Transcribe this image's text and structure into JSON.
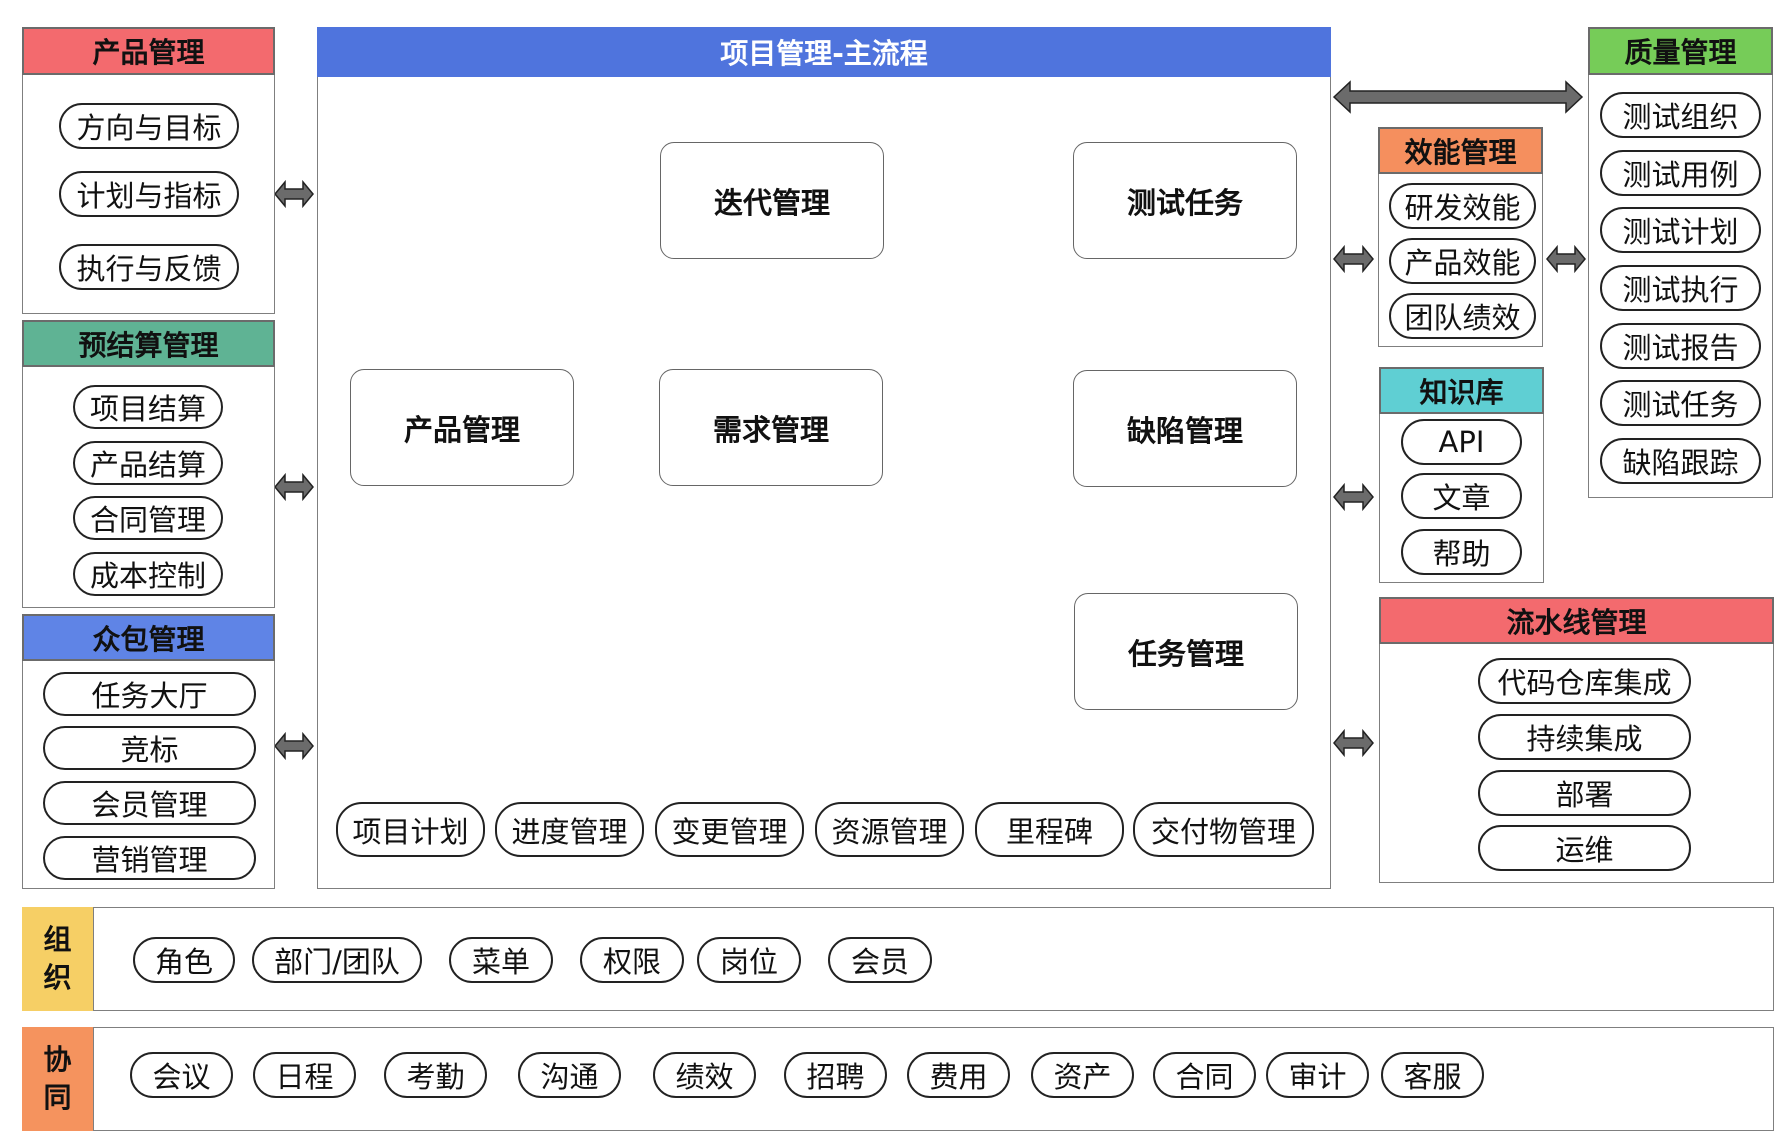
{
  "colors": {
    "red_header": "#f36a6e",
    "teal_header": "#5fb394",
    "blue_header": "#5f84e6",
    "main_header": "#4f74dd",
    "orange_header": "#f58f5e",
    "green_header": "#76cc58",
    "cyan_header": "#5fcfd3",
    "yellow_side": "#f6cf65",
    "orange_side": "#f5935e",
    "arrow_fill": "#6b6b6b"
  },
  "product_mgmt": {
    "title": "产品管理",
    "items": [
      "方向与目标",
      "计划与指标",
      "执行与反馈"
    ]
  },
  "settlement_mgmt": {
    "title": "预结算管理",
    "items": [
      "项目结算",
      "产品结算",
      "合同管理",
      "成本控制"
    ]
  },
  "crowd_mgmt": {
    "title": "众包管理",
    "items": [
      "任务大厅",
      "竞标",
      "会员管理",
      "营销管理"
    ]
  },
  "main_flow": {
    "title": "项目管理-主流程",
    "nodes": {
      "product": "产品管理",
      "requirement": "需求管理",
      "iteration": "迭代管理",
      "test_task": "测试任务",
      "defect": "缺陷管理",
      "task": "任务管理"
    },
    "bottom_items": [
      "项目计划",
      "进度管理",
      "变更管理",
      "资源管理",
      "里程碑",
      "交付物管理"
    ]
  },
  "efficiency_mgmt": {
    "title": "效能管理",
    "items": [
      "研发效能",
      "产品效能",
      "团队绩效"
    ]
  },
  "knowledge_base": {
    "title": "知识库",
    "items": [
      "API",
      "文章",
      "帮助"
    ]
  },
  "quality_mgmt": {
    "title": "质量管理",
    "items": [
      "测试组织",
      "测试用例",
      "测试计划",
      "测试执行",
      "测试报告",
      "测试任务",
      "缺陷跟踪"
    ]
  },
  "pipeline_mgmt": {
    "title": "流水线管理",
    "items": [
      "代码仓库集成",
      "持续集成",
      "部署",
      "运维"
    ]
  },
  "organization": {
    "label_1": "组",
    "label_2": "织",
    "items": [
      "角色",
      "部门/团队",
      "菜单",
      "权限",
      "岗位",
      "会员"
    ]
  },
  "collaboration": {
    "label_1": "协",
    "label_2": "同",
    "items": [
      "会议",
      "日程",
      "考勤",
      "沟通",
      "绩效",
      "招聘",
      "费用",
      "资产",
      "合同",
      "审计",
      "客服"
    ]
  }
}
